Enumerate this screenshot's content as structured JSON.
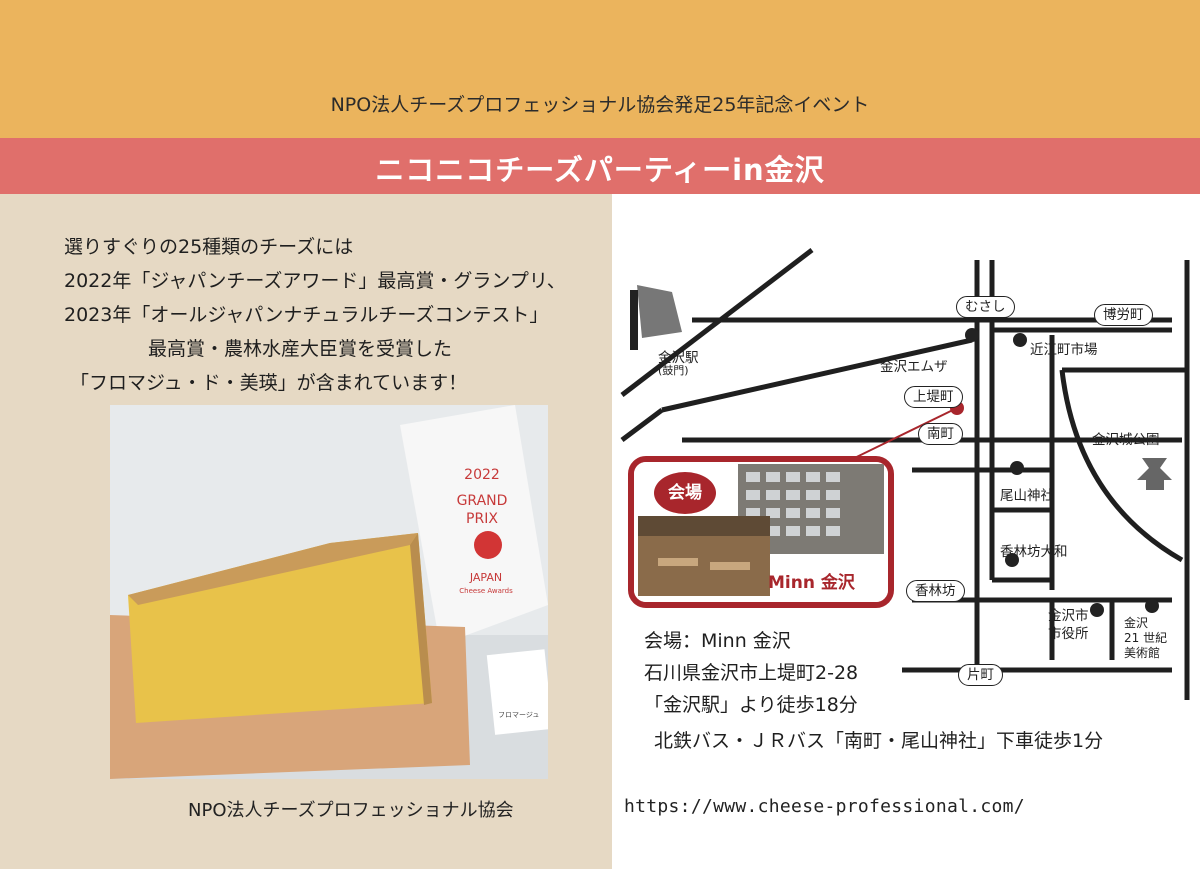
{
  "header": {
    "subtitle": "NPO法人チーズプロフェッショナル協会発足25年記念イベント",
    "title": "ニコニコチーズパーティーin金沢"
  },
  "intro": {
    "lines": [
      "選りすぐりの25種類のチーズには",
      "2022年「ジャパンチーズアワード」最高賞・グランプリ、",
      "2023年「オールジャパンナチュラルチーズコンテスト」",
      "最高賞・農林水産大臣賞を受賞した",
      "「フロマジュ・ド・美瑛」が含まれています！"
    ]
  },
  "photo": {
    "award_year": "2022",
    "award_line1": "GRAND",
    "award_line2": "PRIX",
    "award_country": "JAPAN",
    "award_sub": "Cheese Awards",
    "card_text": "フロマージュ"
  },
  "map": {
    "venue_badge": "会場",
    "venue_name": "Minn 金沢",
    "labels": {
      "kanazawa_station": "金沢駅",
      "tsuzumimon": "(鼓門)",
      "musashi": "むさし",
      "hakuromachi": "博労町",
      "omicho": "近江町市場",
      "emuza": "金沢エムザ",
      "kamitsutsumicho": "上堤町",
      "minamicho": "南町",
      "castle_park": "金沢城公園",
      "oyama_shrine": "尾山神社",
      "korinbo_daiwa": "香林坊大和",
      "korinbo": "香林坊",
      "city_hall_1": "金沢市",
      "city_hall_2": "市役所",
      "museum_1": "金沢",
      "museum_2": "21 世紀",
      "museum_3": "美術館",
      "katamachi": "片町"
    }
  },
  "access": {
    "venue": "会場：Minn 金沢",
    "address": "石川県金沢市上堤町2-28",
    "walk": "「金沢駅」より徒歩18分",
    "bus": "北鉄バス・ＪＲバス「南町・尾山神社」下車徒歩1分"
  },
  "footer": {
    "org": "NPO法人チーズプロフェッショナル協会",
    "url": "https://www.cheese-professional.com/"
  },
  "colors": {
    "header_bg": "#ebb45d",
    "title_bg": "#e06f6b",
    "left_bg": "#e6d9c4",
    "venue_accent": "#a8262c"
  }
}
